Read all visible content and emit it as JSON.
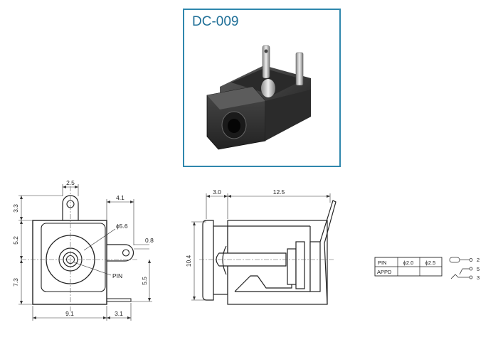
{
  "product": {
    "title": "DC-009"
  },
  "front_view": {
    "dims": {
      "top_width": "2.5",
      "right_offset": "4.1",
      "top_height": "3.3",
      "upper_height": "5.2",
      "lower_height": "7.3",
      "diameter": "ϕ5.6",
      "tab_thickness": "0.8",
      "tab_height": "5.5",
      "bottom_width": "9.1",
      "bottom_right": "3.1",
      "pin_label": "PIN"
    }
  },
  "side_view": {
    "dims": {
      "flange": "3.0",
      "length": "12.5",
      "height": "10.4"
    }
  },
  "spec_table": {
    "row1": [
      "PIN",
      "ϕ2.0",
      "ϕ2.5"
    ],
    "row2": [
      "APPD",
      "",
      ""
    ]
  },
  "schematic": {
    "pins": [
      "2",
      "5",
      "3"
    ]
  }
}
